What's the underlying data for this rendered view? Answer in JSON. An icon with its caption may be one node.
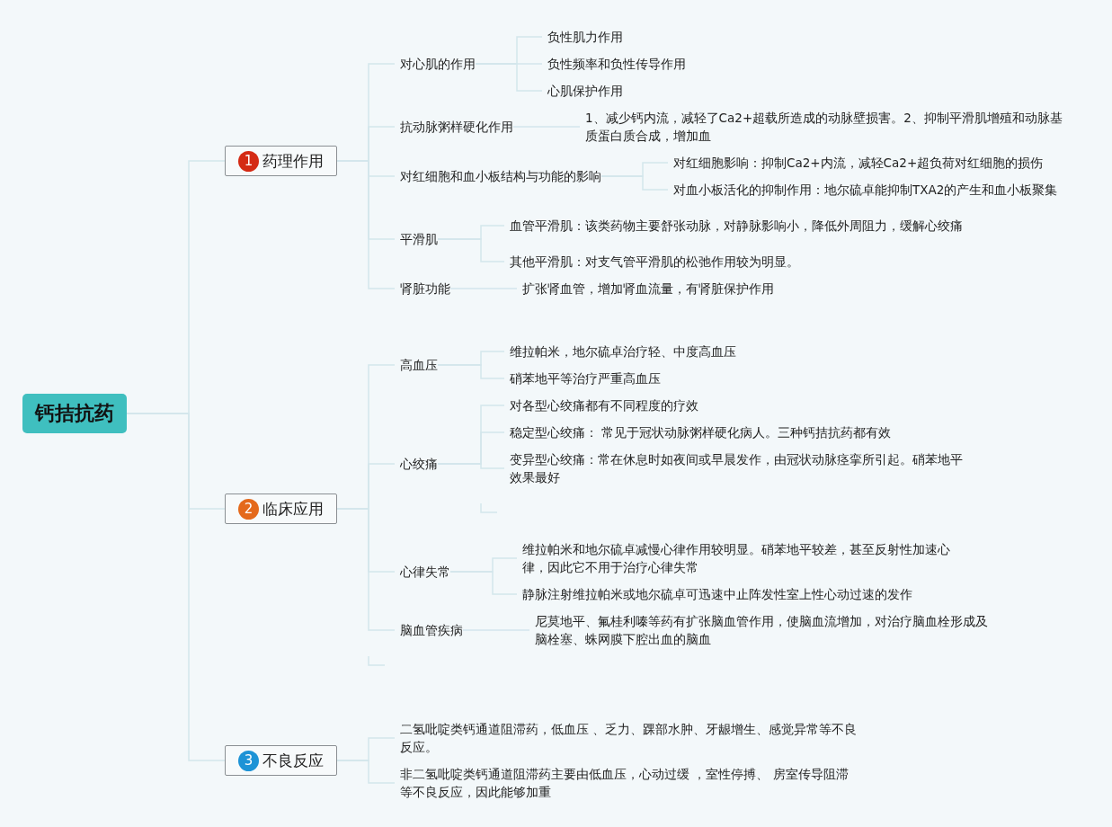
{
  "diagram": {
    "nodes": [
      {
        "text": [
          "钙拮抗药"
        ]
      },
      {
        "text": [
          "1",
          "药理作用"
        ]
      },
      {
        "text": [
          "对心肌的作用"
        ]
      },
      {
        "text": [
          "负性肌力作用"
        ]
      },
      {
        "text": [
          "负性频率和负性传导作用"
        ]
      },
      {
        "text": [
          "心肌保护作用"
        ]
      },
      {
        "text": [
          "抗动脉粥样硬化作用"
        ]
      },
      {
        "text": [
          "1、减少钙内流，减轻了Ca2+超载所造成的动脉壁损害。2、抑制平滑肌增殖和动脉基质蛋白质合成，增加血"
        ]
      },
      {
        "text": [
          "对红细胞和血小板结构与功能的影响"
        ]
      },
      {
        "text": [
          "对红细胞影响：抑制Ca2+内流，减轻Ca2+超负荷对红细胞的损伤"
        ]
      },
      {
        "text": [
          "对血小板活化的抑制作用：地尔硫卓能抑制TXA2的产生和血小板聚集"
        ]
      },
      {
        "text": [
          "平滑肌"
        ]
      },
      {
        "text": [
          "血管平滑肌：该类药物主要舒张动脉，对静脉影响小，降低外周阻力，缓解心绞痛"
        ]
      },
      {
        "text": [
          "其他平滑肌：对支气管平滑肌的松弛作用较为明显。"
        ]
      },
      {
        "text": [
          "肾脏功能"
        ]
      },
      {
        "text": [
          "扩张肾血管，增加肾血流量，有肾脏保护作用"
        ]
      },
      {
        "text": [
          "2",
          "临床应用"
        ]
      },
      {
        "text": [
          "高血压"
        ]
      },
      {
        "text": [
          "维拉帕米，地尔硫卓治疗轻、中度高血压"
        ]
      },
      {
        "text": [
          "硝苯地平等治疗严重高血压"
        ]
      },
      {
        "text": [
          "心绞痛"
        ]
      },
      {
        "text": [
          "对各型心绞痛都有不同程度的疗效"
        ]
      },
      {
        "text": [
          "稳定型心绞痛： 常见于冠状动脉粥样硬化病人。三种钙拮抗药都有效"
        ]
      },
      {
        "text": [
          "变异型心绞痛：常在休息时如夜间或早晨发作，由冠状动脉痉挛所引起。硝苯地平效果最好"
        ]
      },
      {
        "text": [
          "心律失常"
        ]
      },
      {
        "text": [
          "维拉帕米和地尔硫卓减慢心律作用较明显。硝苯地平较差，甚至反射性加速心律，因此它不用于治疗心律失常"
        ]
      },
      {
        "text": [
          "静脉注射维拉帕米或地尔硫卓可迅速中止阵发性室上性心动过速的发作"
        ]
      },
      {
        "text": [
          "脑血管疾病"
        ]
      },
      {
        "text": [
          "尼莫地平、氟桂利嗪等药有扩张脑血管作用，使脑血流增加，对治疗脑血栓形成及脑栓塞、蛛网膜下腔出血的脑血"
        ]
      },
      {
        "text": [
          "3",
          "不良反应"
        ]
      },
      {
        "text": [
          "二氢吡啶类钙通道阻滞药，低血压 、乏力、踝部水肿、牙龈增生、感觉异常等不良反应。"
        ]
      },
      {
        "text": [
          "非二氢吡啶类钙通道阻滞药主要由低血压，心动过缓 ，室性停搏、 房室传导阻滞等不良反应，因此能够加重"
        ]
      }
    ],
    "edges": [
      {
        "from": 0,
        "to": 1,
        "arrow": "none"
      },
      {
        "from": 1,
        "to": 2,
        "arrow": "none"
      },
      {
        "from": 2,
        "to": 3,
        "arrow": "none"
      },
      {
        "from": 2,
        "to": 4,
        "arrow": "none"
      },
      {
        "from": 2,
        "to": 5,
        "arrow": "none"
      },
      {
        "from": 1,
        "to": 6,
        "arrow": "none"
      },
      {
        "from": 6,
        "to": 7,
        "arrow": "none"
      },
      {
        "from": 1,
        "to": 8,
        "arrow": "none"
      },
      {
        "from": 8,
        "to": 9,
        "arrow": "none"
      },
      {
        "from": 8,
        "to": 10,
        "arrow": "none"
      },
      {
        "from": 1,
        "to": 11,
        "arrow": "none"
      },
      {
        "from": 11,
        "to": 12,
        "arrow": "none"
      },
      {
        "from": 11,
        "to": 13,
        "arrow": "none"
      },
      {
        "from": 1,
        "to": 14,
        "arrow": "none"
      },
      {
        "from": 14,
        "to": 15,
        "arrow": "none"
      },
      {
        "from": 0,
        "to": 16,
        "arrow": "none"
      },
      {
        "from": 16,
        "to": 17,
        "arrow": "none"
      },
      {
        "from": 17,
        "to": 18,
        "arrow": "none"
      },
      {
        "from": 17,
        "to": 19,
        "arrow": "none"
      },
      {
        "from": 16,
        "to": 20,
        "arrow": "none"
      },
      {
        "from": 20,
        "to": 21,
        "arrow": "none"
      },
      {
        "from": 20,
        "to": 22,
        "arrow": "none"
      },
      {
        "from": 20,
        "to": 23,
        "arrow": "none"
      },
      {
        "from": 16,
        "to": 24,
        "arrow": "none"
      },
      {
        "from": 24,
        "to": 25,
        "arrow": "none"
      },
      {
        "from": 24,
        "to": 26,
        "arrow": "none"
      },
      {
        "from": 16,
        "to": 27,
        "arrow": "none"
      },
      {
        "from": 27,
        "to": 28,
        "arrow": "none"
      },
      {
        "from": 0,
        "to": 29,
        "arrow": "none"
      },
      {
        "from": 29,
        "to": 30,
        "arrow": "none"
      },
      {
        "from": 29,
        "to": 31,
        "arrow": "none"
      }
    ]
  }
}
